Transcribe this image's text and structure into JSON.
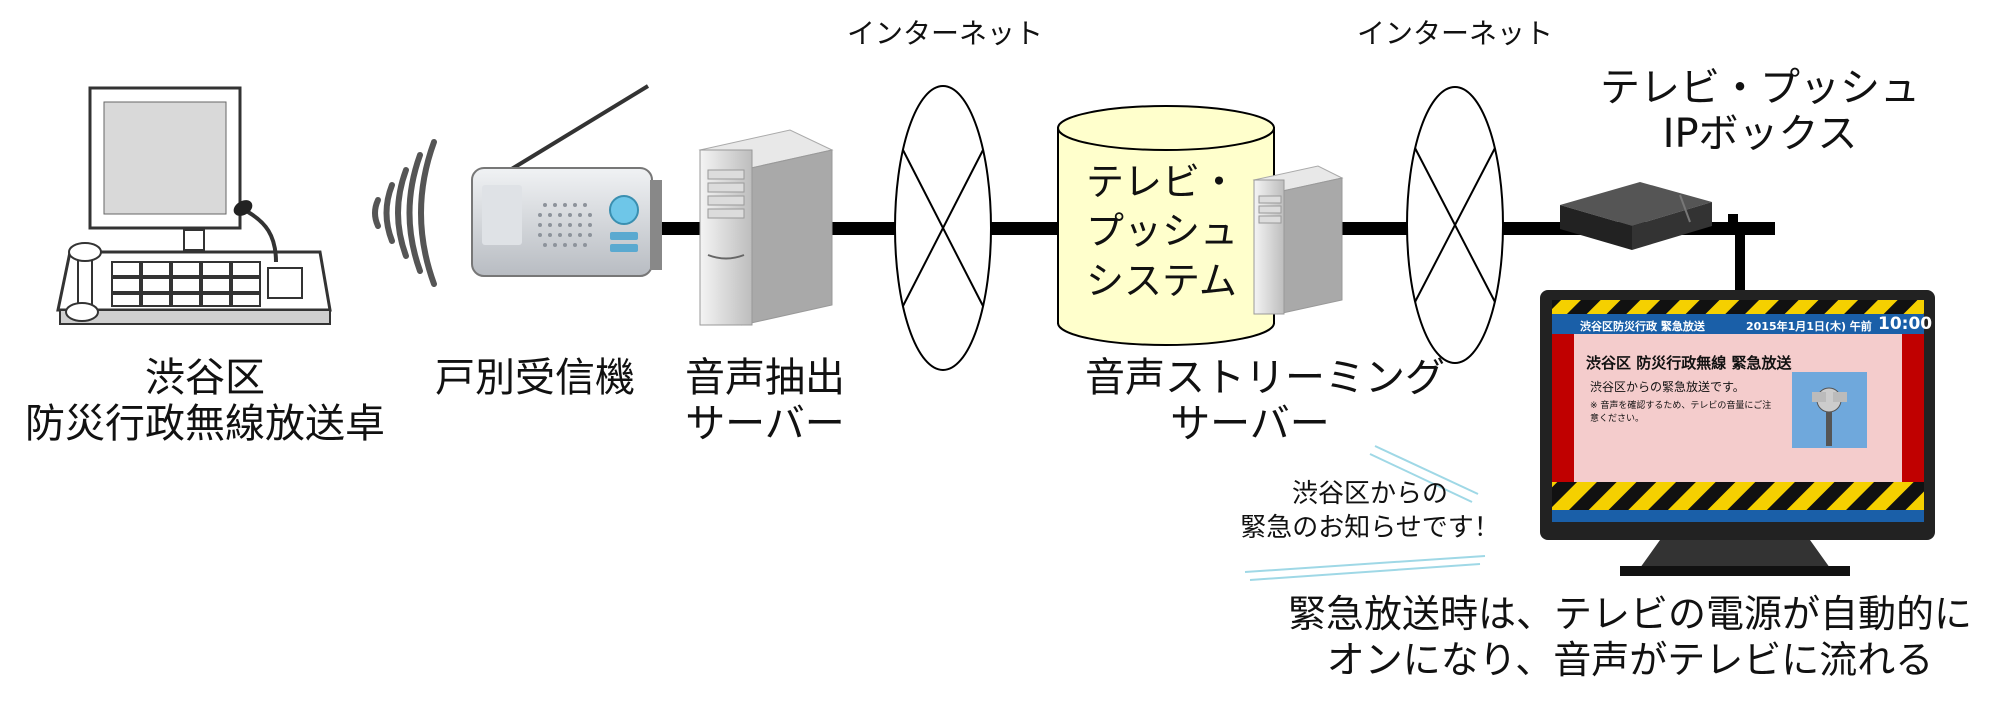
{
  "labels": {
    "console": [
      "渋谷区",
      "防災行政無線放送卓"
    ],
    "receiver": "戸別受信機",
    "extract_server": [
      "音声抽出",
      "サーバー"
    ],
    "internet_1": "インターネット",
    "internet_2": "インターネット",
    "system_cylinder": [
      "テレビ・",
      "プッシュ",
      "システム"
    ],
    "streaming_server": [
      "音声ストリーミング",
      "サーバー"
    ],
    "ip_box": [
      "テレビ・プッシュ",
      "IPボックス"
    ],
    "speech": [
      "渋谷区からの",
      "緊急のお知らせです！"
    ],
    "footnote": [
      "緊急放送時は、テレビの電源が自動的に",
      "オンになり、音声がテレビに流れる"
    ]
  },
  "tv_screen": {
    "header_left": "渋谷区防災行政 緊急放送",
    "header_date": "2015年1月1日(木) 午前",
    "header_time": "10:00",
    "title": "渋谷区 防災行政無線 緊急放送",
    "line1": "渋谷区からの緊急放送です。",
    "line2": "※ 音声を確認するため、テレビの音量にご注意ください。"
  },
  "colors": {
    "line": "#000000",
    "cylinder_fill": "#ffffcc",
    "tv_screen_bg": "#f4cccc",
    "tv_side_red": "#c00000",
    "tv_header_blue": "#1a5fa8",
    "hazard_yellow": "#f5d000",
    "ip_box": "#222222"
  }
}
